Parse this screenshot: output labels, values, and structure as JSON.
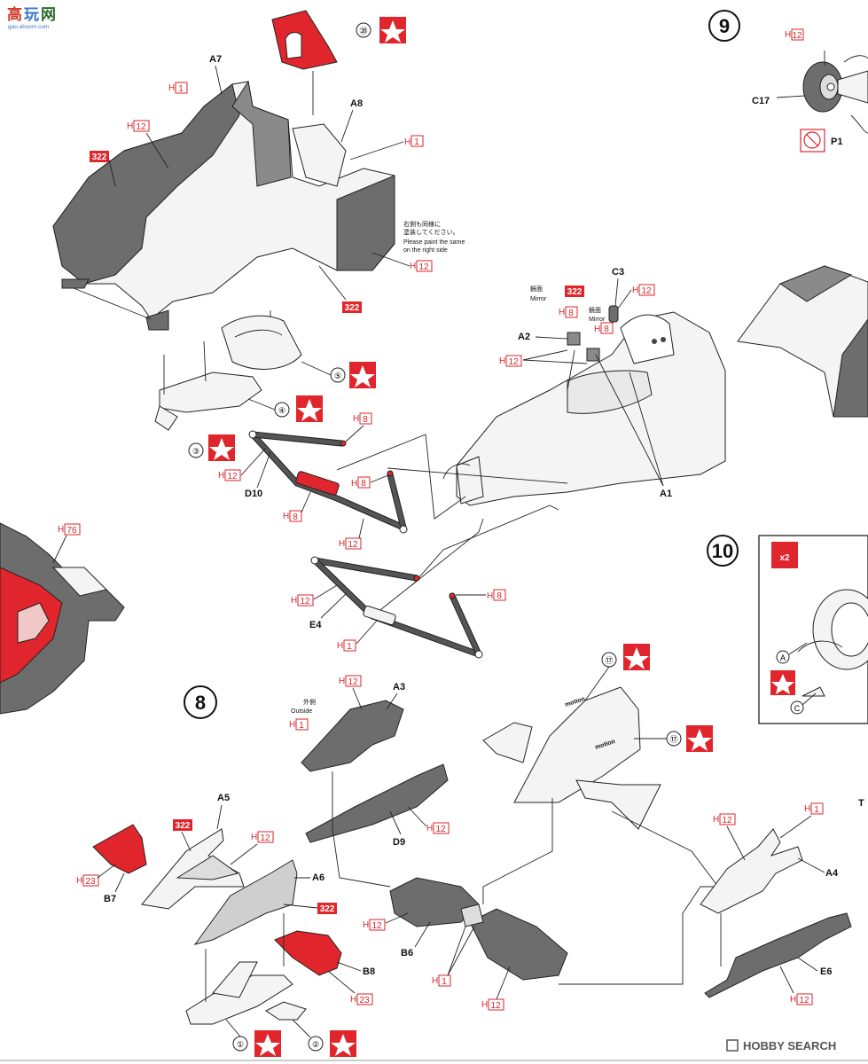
{
  "steps": [
    "8",
    "9",
    "10"
  ],
  "parts": [
    "A1",
    "A2",
    "A3",
    "A4",
    "A5",
    "A6",
    "A7",
    "A8",
    "B6",
    "B7",
    "B8",
    "C3",
    "C17",
    "D9",
    "D10",
    "E4",
    "E6",
    "P1"
  ],
  "color_prefix": "H",
  "color_codes": [
    "1",
    "8",
    "12",
    "23",
    "76"
  ],
  "paint_badges": [
    "322",
    "x2"
  ],
  "decal_numbers": [
    "①",
    "②",
    "③",
    "④",
    "⑤",
    "⑰",
    "⑳"
  ],
  "circled_letters": [
    "A",
    "C"
  ],
  "note_ja": [
    "右側も同様に",
    "塗装してください。"
  ],
  "note_en": [
    "Please paint the same",
    "on the right side"
  ],
  "mirror_ja": "鏡面",
  "mirror_en": "Mirror",
  "outside_ja": "外側",
  "outside_en": "Outside",
  "decal_text": "motion",
  "corner_text": "T",
  "watermark_left": [
    "高",
    "玩",
    "网"
  ],
  "watermark_left_url": "gao.ahsom.com",
  "watermark_right": "HOBBY SEARCH",
  "accent_red": "#e0262c",
  "part_grey": "#6d6d6d"
}
